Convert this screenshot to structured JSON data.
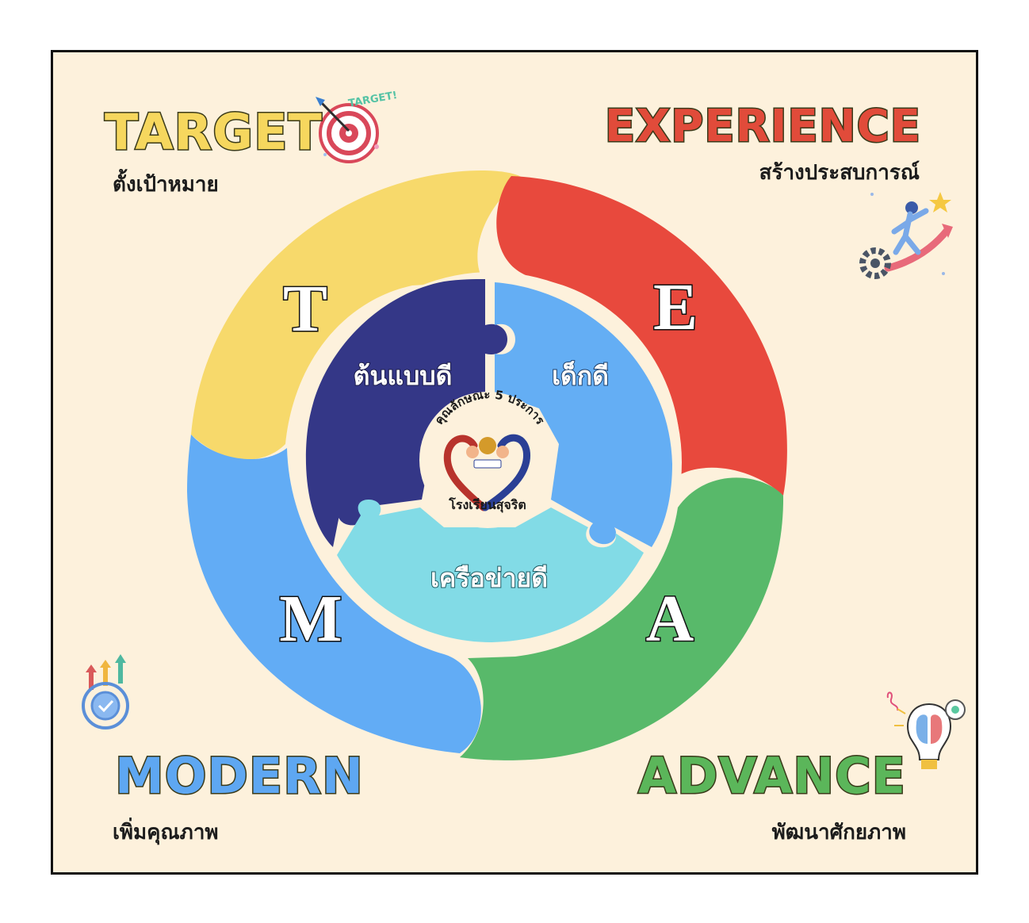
{
  "corners": {
    "target": {
      "title": "TARGET",
      "subtitle": "ตั้งเป้าหมาย"
    },
    "experience": {
      "title": "EXPERIENCE",
      "subtitle": "สร้างประสบการณ์"
    },
    "modern": {
      "title": "MODERN",
      "subtitle": "เพิ่มคุณภาพ"
    },
    "advance": {
      "title": "ADVANCE",
      "subtitle": "พัฒนาศักยภาพ"
    }
  },
  "ring_letters": {
    "t": "T",
    "e": "E",
    "m": "M",
    "a": "A"
  },
  "puzzle": {
    "top_left": "ต้นแบบดี",
    "top_right": "เด็กดี",
    "bottom": "เครือข่ายดี"
  },
  "center": {
    "top_text": "คุณลักษณะ 5 ประการ",
    "bottom_text": "โรงเรียนสุจริต"
  },
  "icon_labels": {
    "target_tag": "TARGET!"
  },
  "colors": {
    "yellow": "#f7d96b",
    "red": "#e8493d",
    "green": "#58b96a",
    "blue": "#62acf5",
    "navy": "#343787",
    "sky": "#64aef4",
    "cyan": "#82dbe6",
    "background": "#fdf1dc"
  },
  "icons": [
    "target-dart-icon",
    "climber-gear-icon",
    "growth-gear-icon",
    "lightbulb-brain-icon"
  ]
}
